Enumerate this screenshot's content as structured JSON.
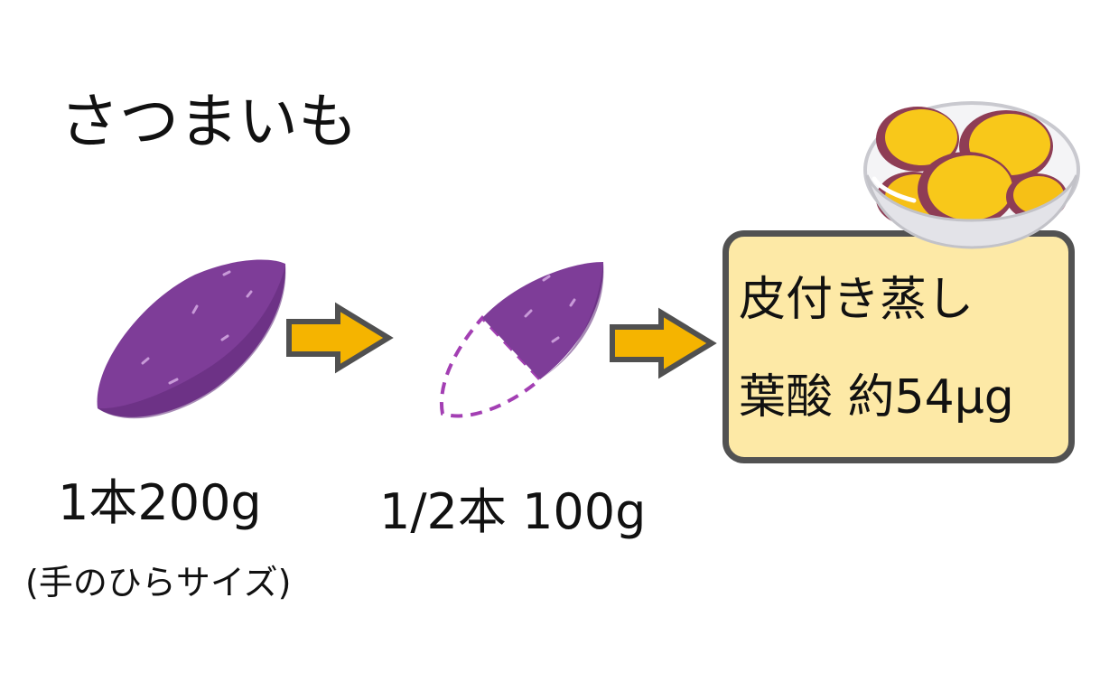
{
  "title": "さつまいも",
  "whole": {
    "quantity_label": "1本200g",
    "size_note": "(手のひらサイズ)"
  },
  "half": {
    "quantity_label": "1/2本 100g"
  },
  "info": {
    "preparation": "皮付き蒸し",
    "nutrient": "葉酸 約54μg"
  },
  "colors": {
    "potato_purple": "#7e3d98",
    "potato_outline_dash": "#a33fb3",
    "arrow_fill": "#f5b400",
    "arrow_stroke": "#505050",
    "box_fill": "#fde9a6",
    "box_border": "#525252",
    "flesh_yellow": "#f8c81a"
  },
  "icons": {
    "whole_potato": "sweet-potato-whole",
    "half_potato": "sweet-potato-half",
    "arrow_1": "arrow-right",
    "arrow_2": "arrow-right",
    "dish": "steamed-sweet-potato-bowl"
  }
}
